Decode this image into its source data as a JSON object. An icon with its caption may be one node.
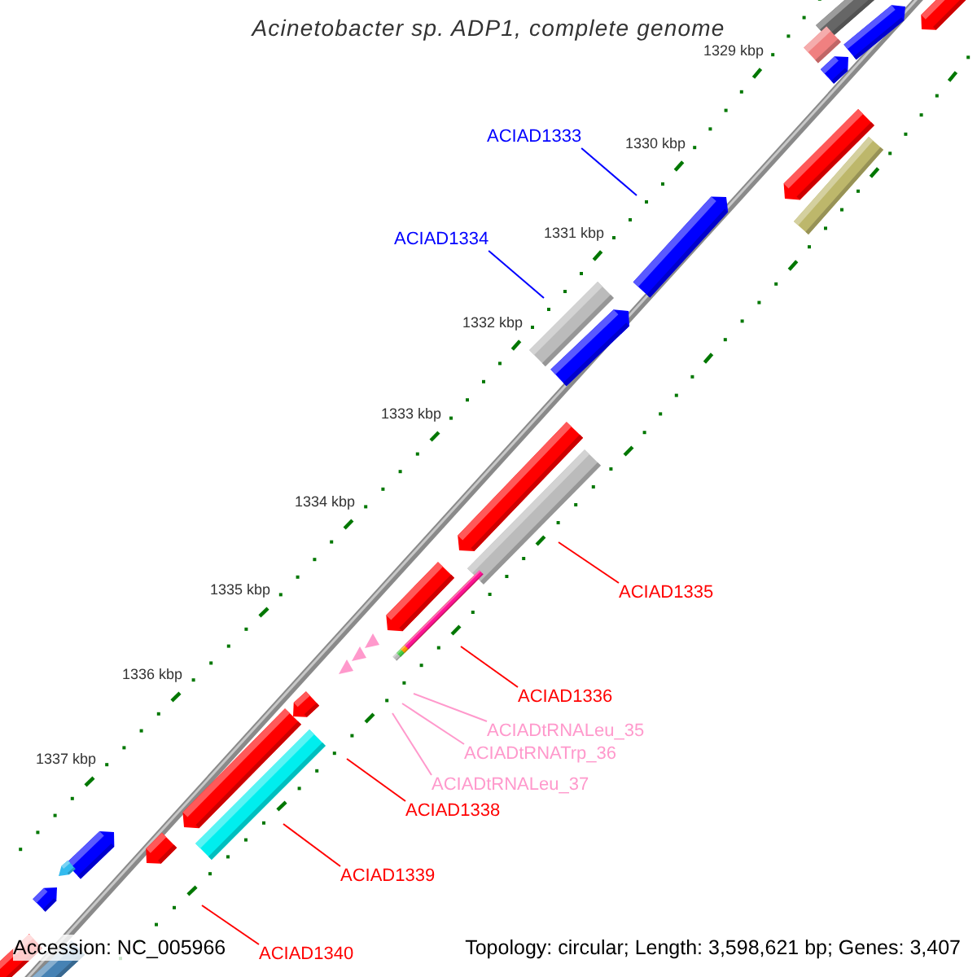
{
  "diagram": {
    "title": "Acinetobacter sp. ADP1, complete genome",
    "nodes": [
      {
        "text": [
          "ACIAD1333"
        ]
      },
      {
        "text": [
          "ACIAD1334"
        ]
      },
      {
        "text": [
          "ACIAD1335"
        ]
      },
      {
        "text": [
          "ACIAD1336"
        ]
      },
      {
        "text": [
          "ACIADtRNALeu_35"
        ]
      },
      {
        "text": [
          "ACIADtRNATrp_36"
        ]
      },
      {
        "text": [
          "ACIADtRNALeu_37"
        ]
      },
      {
        "text": [
          "ACIAD1338"
        ]
      },
      {
        "text": [
          "ACIAD1339"
        ]
      },
      {
        "text": [
          "ACIAD1340"
        ]
      }
    ],
    "edges": [
      {
        "from": 0,
        "to": null,
        "arrow": "none",
        "color": "#0000ff"
      },
      {
        "from": 1,
        "to": null,
        "arrow": "none",
        "color": "#0000ff"
      },
      {
        "from": 2,
        "to": null,
        "arrow": "none"
      },
      {
        "from": 3,
        "to": null,
        "arrow": "none"
      },
      {
        "from": 4,
        "to": null,
        "arrow": "none",
        "color": "#ff99cc"
      },
      {
        "from": 5,
        "to": null,
        "arrow": "none",
        "color": "#ff99cc"
      },
      {
        "from": 6,
        "to": null,
        "arrow": "none",
        "color": "#ff99cc"
      },
      {
        "from": 7,
        "to": null,
        "arrow": "none"
      },
      {
        "from": 8,
        "to": null,
        "arrow": "none"
      },
      {
        "from": 9,
        "to": null,
        "arrow": "none"
      }
    ],
    "labels": [
      "1329 kbp",
      "1330 kbp",
      "1331 kbp",
      "1332 kbp",
      "1333 kbp",
      "1334 kbp",
      "1335 kbp",
      "1336 kbp",
      "1337 kbp",
      "Accession: NC_005966",
      "Topology: circular; Length: 3,598,621 bp; Genes: 3,407"
    ]
  }
}
